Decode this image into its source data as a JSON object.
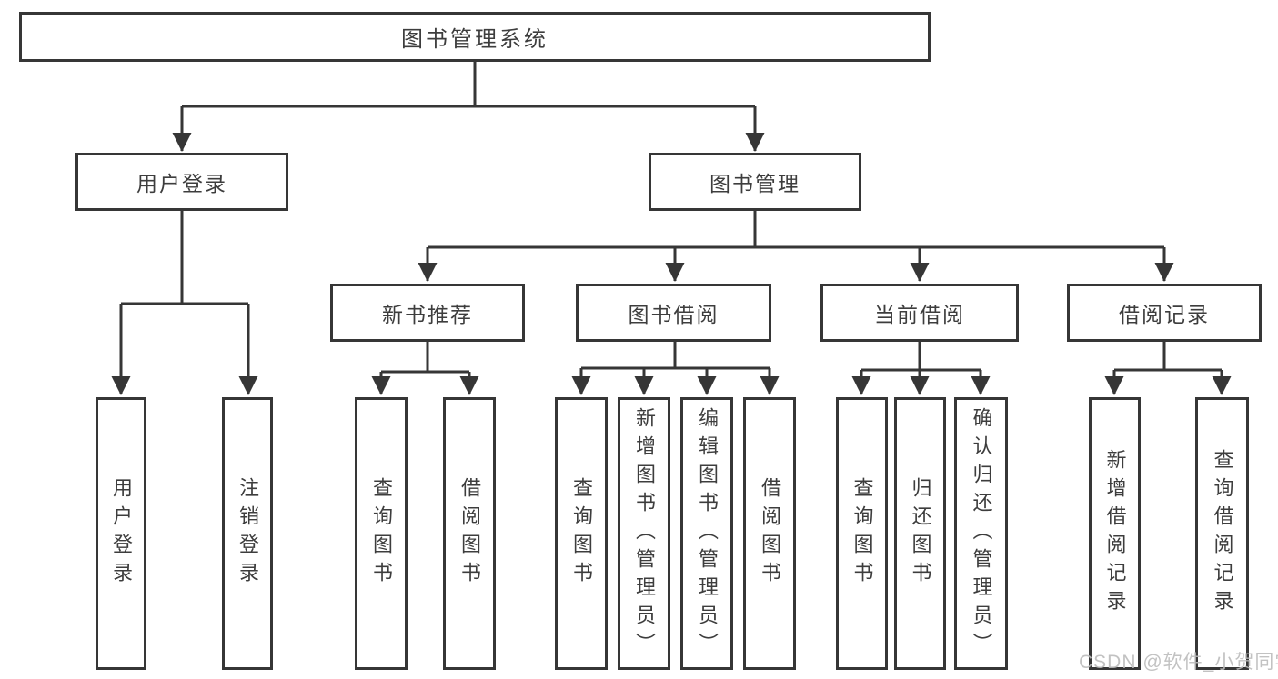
{
  "diagram": {
    "title": "图书管理系统",
    "tree": [
      {
        "label": "用户登录",
        "children": [
          {
            "label": "用户登录"
          },
          {
            "label": "注销登录"
          }
        ]
      },
      {
        "label": "图书管理",
        "children": [
          {
            "label": "新书推荐",
            "children": [
              {
                "label": "查询图书"
              },
              {
                "label": "借阅图书"
              }
            ]
          },
          {
            "label": "图书借阅",
            "children": [
              {
                "label": "查询图书"
              },
              {
                "label": "新增图书（管理员）"
              },
              {
                "label": "编辑图书（管理员）"
              },
              {
                "label": "借阅图书"
              }
            ]
          },
          {
            "label": "当前借阅",
            "children": [
              {
                "label": "查询图书"
              },
              {
                "label": "归还图书"
              },
              {
                "label": "确认归还（管理员）"
              }
            ]
          },
          {
            "label": "借阅记录",
            "children": [
              {
                "label": "新增借阅记录"
              },
              {
                "label": "查询借阅记录"
              }
            ]
          }
        ]
      }
    ]
  },
  "watermark": {
    "text": "CSDN @软件_小贺同学",
    "color": "#bcbcbc"
  },
  "colors": {
    "line": "#363636",
    "box_border": "#363636",
    "text": "#3d3d3d",
    "background": "#ffffff"
  }
}
